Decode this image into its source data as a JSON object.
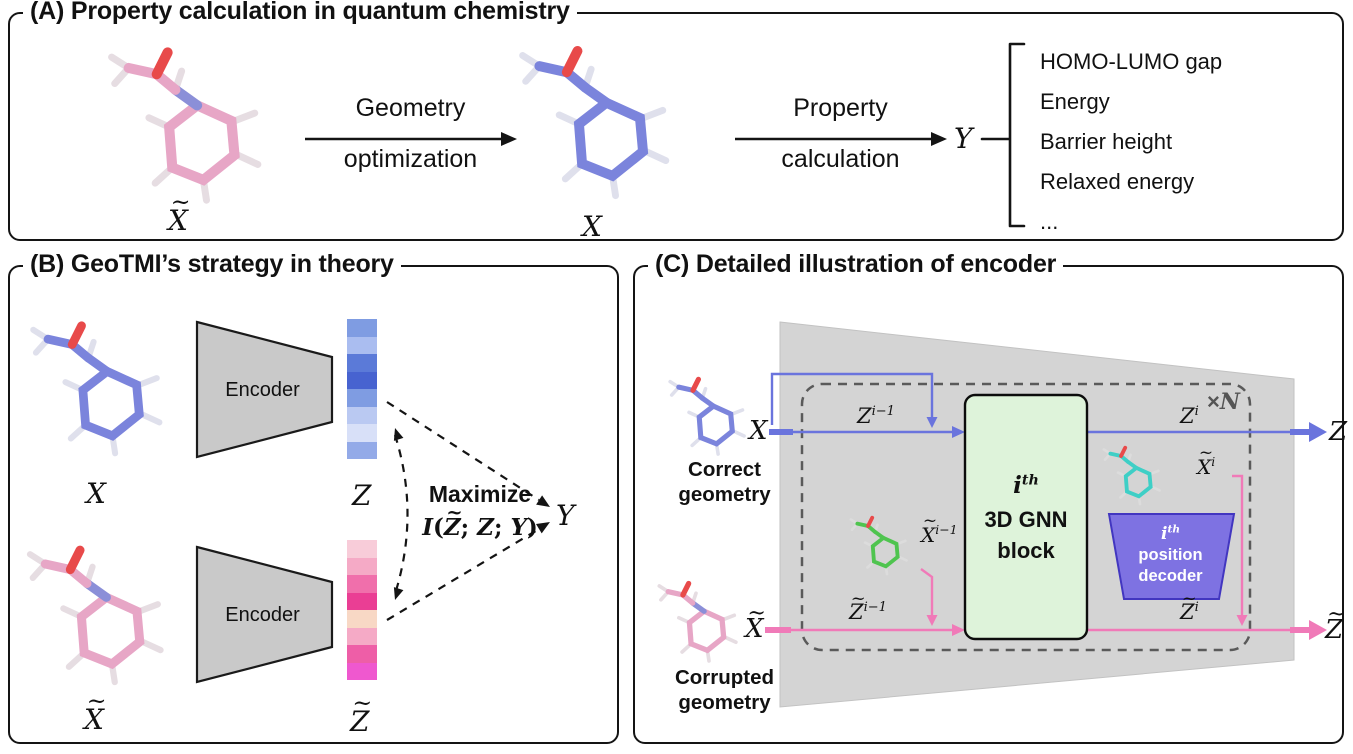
{
  "panel_a": {
    "title": "(A) Property calculation in quantum chemistry",
    "geometry_opt": {
      "top": "Geometry",
      "bottom": "optimization"
    },
    "property_calc": {
      "top": "Property",
      "bottom": "calculation"
    },
    "input_label": {
      "base": "X"
    },
    "optimized_label": "X",
    "output_label": "Y",
    "properties": [
      "HOMO-LUMO gap",
      "Energy",
      "Barrier height",
      "Relaxed energy",
      "..."
    ]
  },
  "panel_b": {
    "title": "(B) GeoTMI’s strategy in theory",
    "encoder_top_label": "Encoder",
    "encoder_bottom_label": "Encoder",
    "x_label": "X",
    "x_tilde_label": {
      "base": "X"
    },
    "z_label": "Z",
    "z_tilde_label": {
      "base": "Z"
    },
    "y_label": "Y",
    "objective": {
      "line1": "Maximize",
      "func": "I",
      "open": "(",
      "z_tilde": "Z",
      "sep1": "; ",
      "z": "Z",
      "sep2": "; ",
      "y": "Y",
      "close": ")"
    },
    "z_cells": [
      "#7f9ce2",
      "#aabdf0",
      "#5b7ad8",
      "#4763d0",
      "#7f9ce2",
      "#bac9f2",
      "#d8e0f8",
      "#93aae8"
    ],
    "z_tilde_cells": [
      "#f8ccd9",
      "#f5aac6",
      "#f06fab",
      "#ea3e94",
      "#f8d8c5",
      "#f5aac6",
      "#ee5ea7",
      "#ef58cf"
    ]
  },
  "panel_c": {
    "title": "(C) Detailed illustration of encoder",
    "repeat_label": {
      "times": "×",
      "n": "N"
    },
    "gnn_block": {
      "line1": {
        "base": "i",
        "sup": "th"
      },
      "line2": "3D GNN",
      "line3": "block"
    },
    "decoder": {
      "line1": {
        "base": "i",
        "sup": "th"
      },
      "line2": "position",
      "line3": "decoder"
    },
    "correct_geometry": {
      "line1": "Correct",
      "line2": "geometry",
      "label": "X"
    },
    "corrupted_geometry": {
      "line1": "Corrupted",
      "line2": "geometry",
      "label": {
        "base": "X"
      }
    },
    "z_prev": {
      "base": "Z",
      "sup": "i−1"
    },
    "z_cur": {
      "base": "Z",
      "sup": "i"
    },
    "z_tilde_prev": {
      "base": "Z",
      "sup": "i−1"
    },
    "z_tilde_cur": {
      "base": "Z",
      "sup": "i"
    },
    "x_tilde_prev": {
      "base": "X",
      "sup": "i−1"
    },
    "x_tilde_cur": {
      "base": "X",
      "sup": "i"
    },
    "z_out": "Z",
    "z_tilde_out": {
      "base": "Z"
    }
  },
  "symbols": {
    "tilde": "~"
  },
  "colors": {
    "correct_path": "#6a74dd",
    "corrupted_path": "#f07ab8",
    "encoder_fill": "#c9c9c9",
    "gnn_fill": "#def3da",
    "decoder_fill": "#7e72e2",
    "stage_fill": "#d4d4d4"
  }
}
